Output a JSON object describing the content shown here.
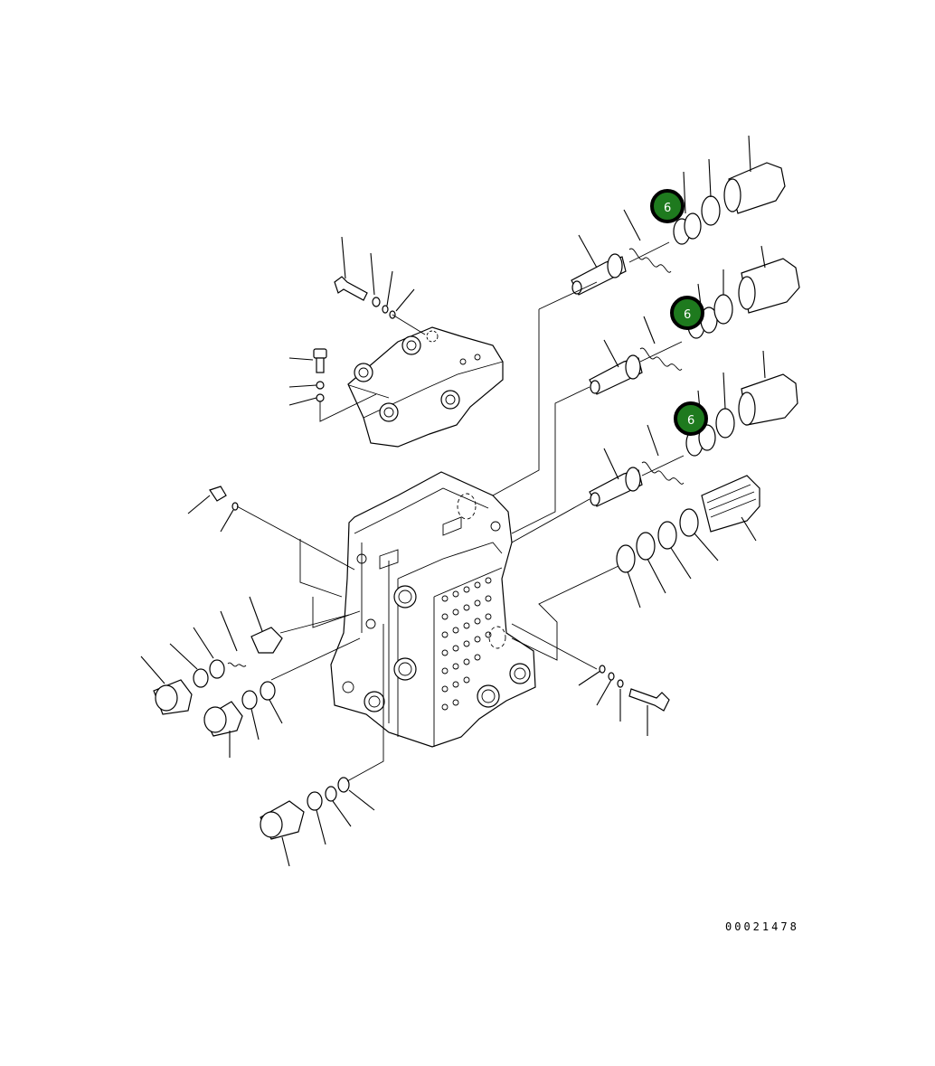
{
  "figure_number": "00021478",
  "callouts": [
    {
      "label": "6"
    },
    {
      "label": "6"
    },
    {
      "label": "6"
    }
  ],
  "colors": {
    "callout_fill": "#1e7a1e",
    "callout_border": "#000000",
    "line": "#000000",
    "background": "#ffffff"
  }
}
